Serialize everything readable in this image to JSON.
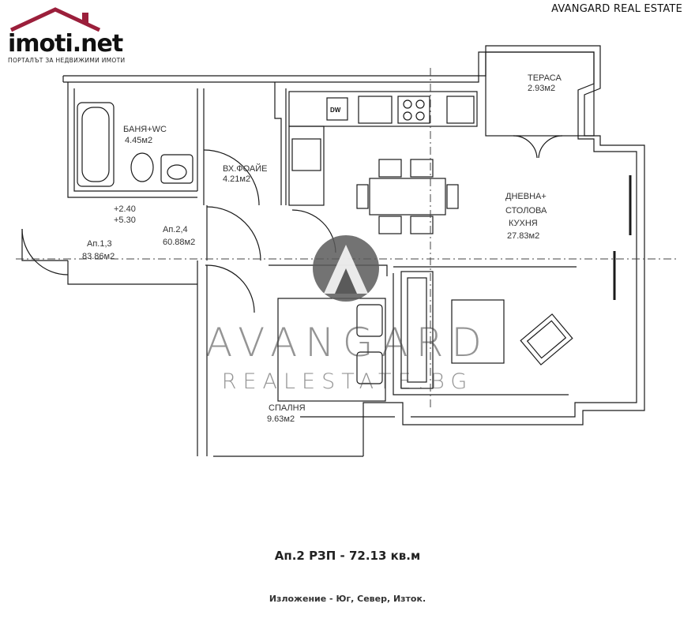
{
  "header": {
    "logo": {
      "wordmark": "imoti.net",
      "tagline": "ПОРТАЛЪТ ЗА НЕДВИЖИМИ ИМОТИ",
      "color": "#9b1f3b",
      "icon": "house-roof-icon"
    },
    "brand": "AVANGARD REAL ESTATE"
  },
  "rooms": {
    "terrace": {
      "name": "ТЕРАСА",
      "area": "2.93м2"
    },
    "bath": {
      "name": "БАНЯ+WC",
      "area": "4.45м2"
    },
    "foyer": {
      "name": "ВХ.ФОАЙЕ",
      "area": "4.21м2"
    },
    "living": {
      "name_1": "ДНЕВНА+",
      "name_2": "СТОЛОВА",
      "name_3": "КУХНЯ",
      "area": "27.83м2"
    },
    "bedroom": {
      "name": "СПАЛНЯ",
      "area": "9.63м2"
    }
  },
  "tags": {
    "level_1": "+2.40",
    "level_2": "+5.30",
    "ap13_name": "Ап.1,3",
    "ap13_area": "83.86м2",
    "ap24_name": "Ап.2,4",
    "ap24_area": "60.88м2",
    "dw": "DW"
  },
  "watermark": {
    "line1": "AVANGARD",
    "line2": "REALESTATE.BG",
    "icon": "avangard-logo-icon"
  },
  "caption": {
    "title": "Ап.2 РЗП - 72.13 кв.м",
    "exposure": "Изложение - Юг, Север, Изток."
  }
}
